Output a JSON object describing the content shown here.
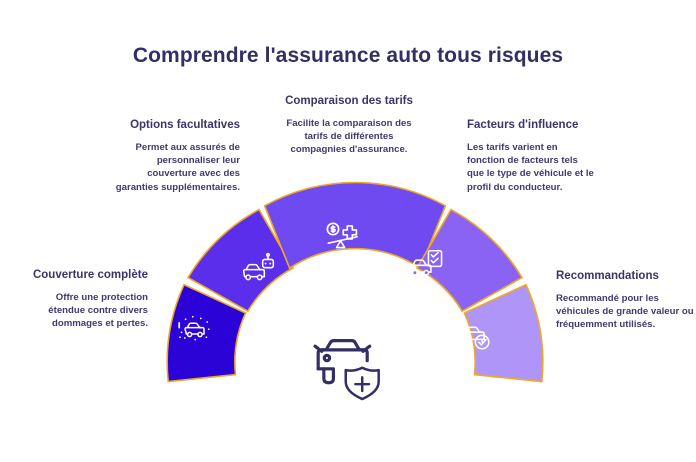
{
  "header": {
    "title": "Comprendre l'assurance auto tous risques"
  },
  "theme": {
    "title_color": "#332e63",
    "text_color": "#413a6f",
    "outline_color": "#f0a824",
    "center_icon_color": "#332e63",
    "background": "#ffffff",
    "icon_color": "#ffffff"
  },
  "center": {
    "icon": "car-shield-plus-icon"
  },
  "segments": [
    {
      "id": "couverture-complete",
      "title": "Couverture complète",
      "description": "Offre une protection étendue contre divers dommages et pertes.",
      "color": "#2c03d6",
      "icon": "car-sparkle-icon",
      "align": "right"
    },
    {
      "id": "options-facultatives",
      "title": "Options facultatives",
      "description": "Permet aux assurés de personnaliser leur couverture avec des garanties supplémentaires.",
      "color": "#5a2eea",
      "icon": "car-robot-icon",
      "align": "right"
    },
    {
      "id": "comparaison-des-tarifs",
      "title": "Comparaison des tarifs",
      "description": "Facilite la comparaison des tarifs de différentes compagnies d'assurance.",
      "color": "#6f4af0",
      "icon": "balance-scale-money-icon",
      "align": "center"
    },
    {
      "id": "facteurs-d-influence",
      "title": "Facteurs d'influence",
      "description": "Les tarifs varient en fonction de facteurs tels que le type de véhicule et le profil du conducteur.",
      "color": "#8a63f4",
      "icon": "car-checklist-icon",
      "align": "left"
    },
    {
      "id": "recommandations",
      "title": "Recommandations",
      "description": "Recommandé pour les véhicules de grande valeur ou fréquemment utilisés.",
      "color": "#ae95f7",
      "icon": "car-check-circle-icon",
      "align": "left"
    }
  ]
}
